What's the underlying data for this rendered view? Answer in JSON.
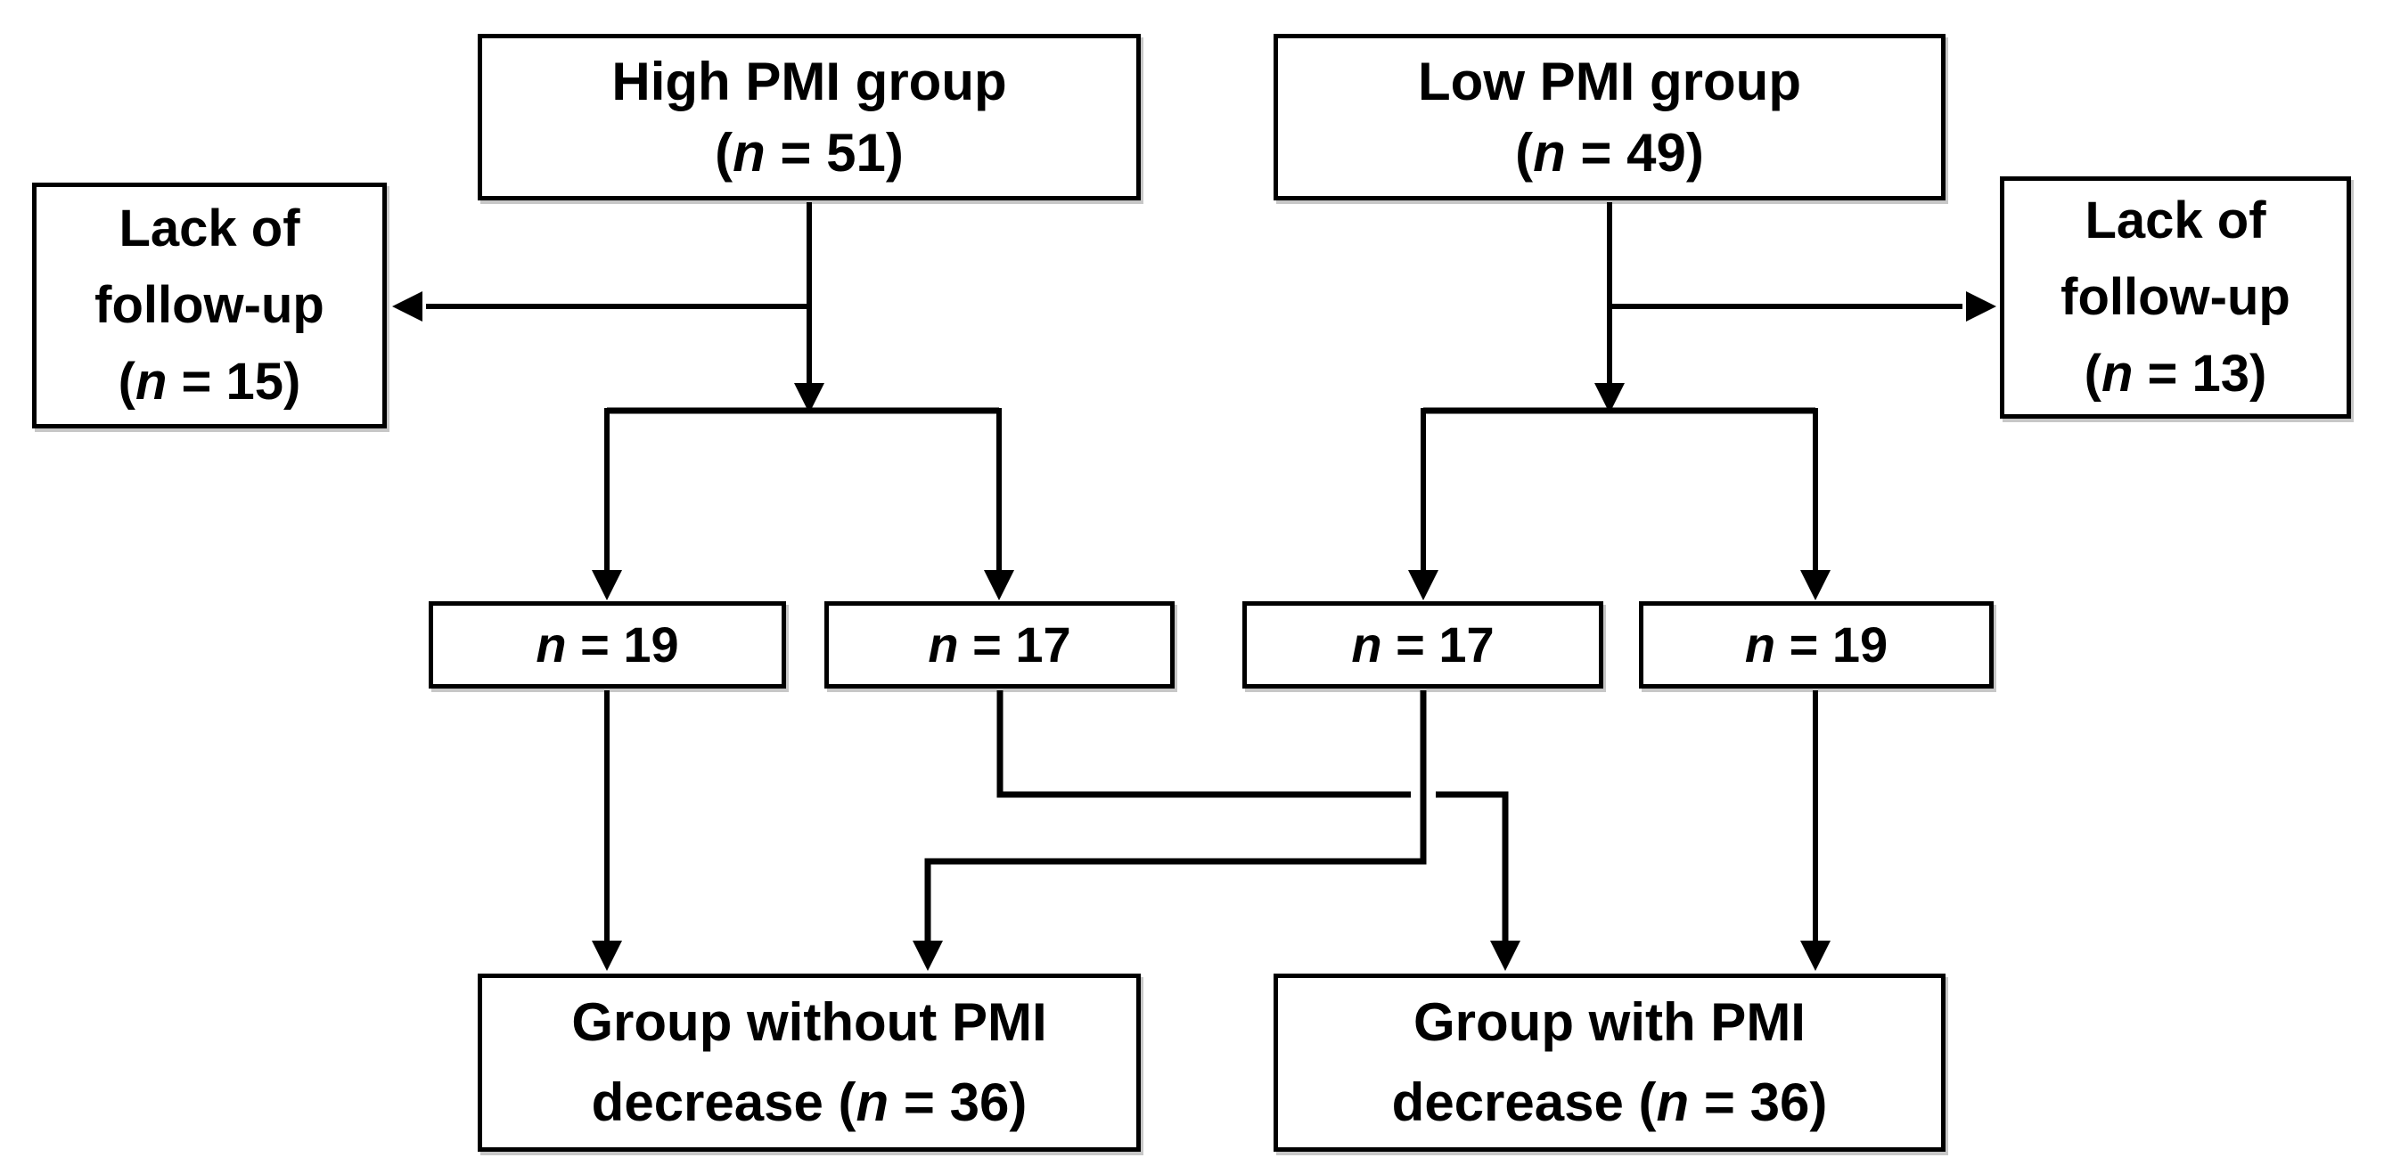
{
  "figure": {
    "type": "patient-flow-diagram",
    "background_color": "#ffffff",
    "line_color": "#000000",
    "box_fill_color": "#ffffff",
    "box_border_color": "#000000"
  },
  "boxes": {
    "high_group": {
      "line1": "High PMI group",
      "paren_open": "(",
      "n": "n",
      "n_value": " = 51)"
    },
    "low_group": {
      "line1": "Low PMI group",
      "paren_open": "(",
      "n": "n",
      "n_value": " = 49)"
    },
    "lack_left": {
      "line1": "Lack of",
      "line2": "follow-up",
      "paren_open": "(",
      "n": "n",
      "n_value": " = 15)"
    },
    "lack_right": {
      "line1": "Lack of",
      "line2": "follow-up",
      "paren_open": "(",
      "n": "n",
      "n_value": " = 13)"
    },
    "high_sub_left": {
      "n": "n",
      "n_value": " = 19"
    },
    "high_sub_right": {
      "n": "n",
      "n_value": " = 17"
    },
    "low_sub_left": {
      "n": "n",
      "n_value": " = 17"
    },
    "low_sub_right": {
      "n": "n",
      "n_value": " = 19"
    },
    "without_decrease": {
      "line1": "Group without PMI",
      "line2_pre": "decrease (",
      "n": "n",
      "n_value": " = 36)"
    },
    "with_decrease": {
      "line1": "Group with PMI",
      "line2_pre": "decrease (",
      "n": "n",
      "n_value": " = 36)"
    }
  }
}
